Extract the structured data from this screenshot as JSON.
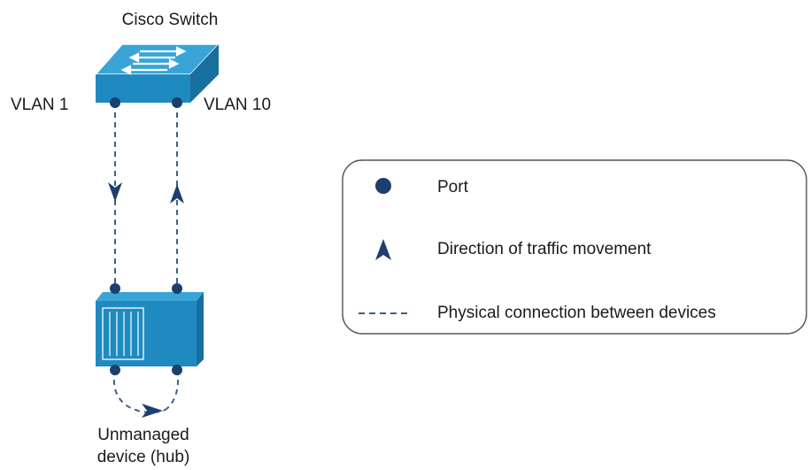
{
  "switch": {
    "title": "Cisco Switch",
    "port_left_label": "VLAN 1",
    "port_right_label": "VLAN 10"
  },
  "hub": {
    "label_line1": "Unmanaged",
    "label_line2": "device (hub)"
  },
  "legend": {
    "items": [
      {
        "icon": "port-dot-icon",
        "label": "Port"
      },
      {
        "icon": "direction-arrow-icon",
        "label": "Direction of traffic movement"
      },
      {
        "icon": "dashed-line-icon",
        "label": "Physical connection between devices"
      }
    ]
  },
  "colors": {
    "device_blue": "#1f8ac0",
    "device_top": "#3aa4d6",
    "port_navy": "#1c3f6e",
    "connection_dash": "#3f5f86",
    "legend_border": "#555555"
  }
}
